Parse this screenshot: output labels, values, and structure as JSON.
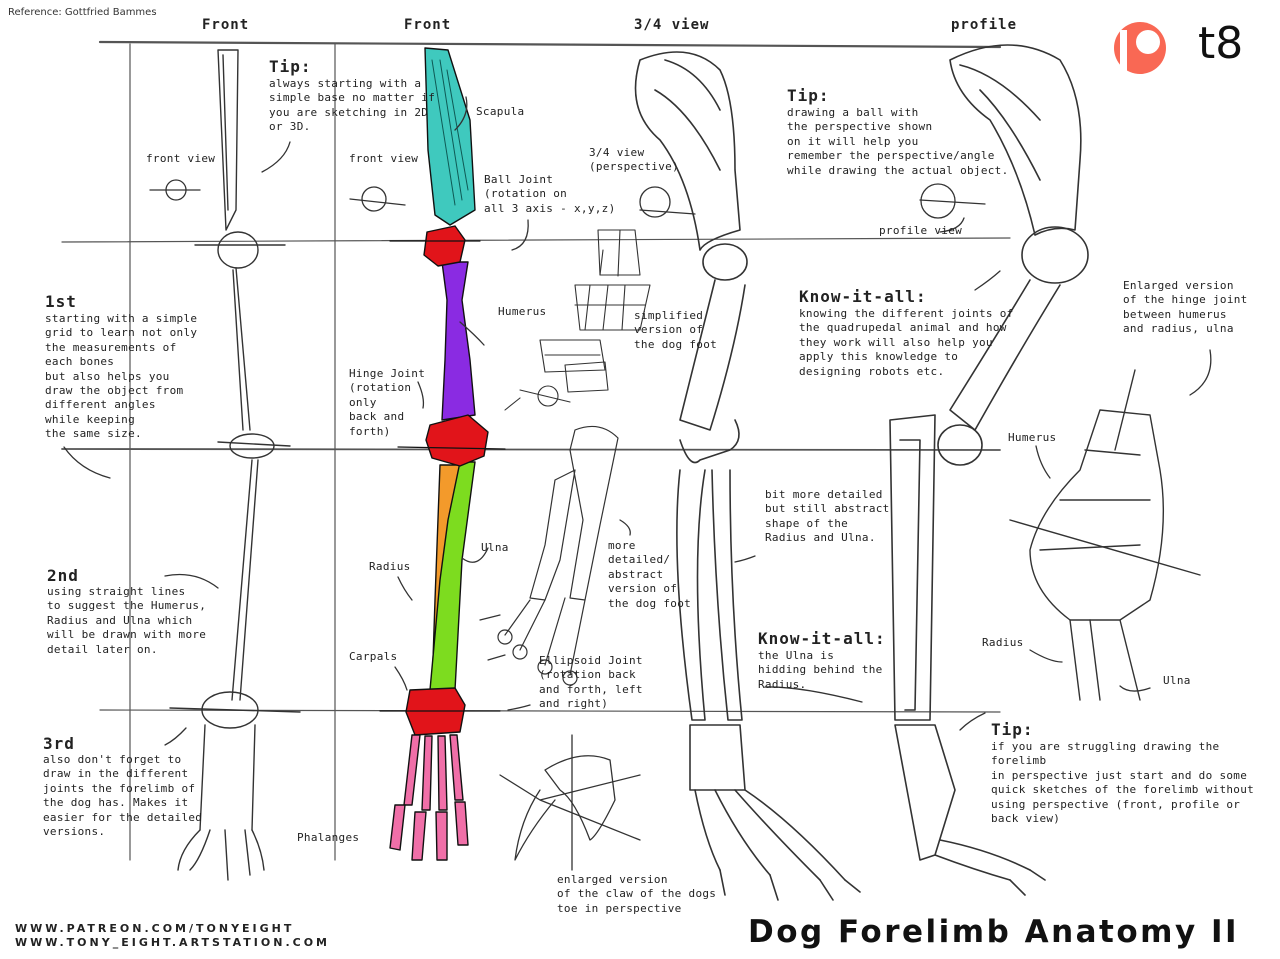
{
  "reference": "Reference: Gottfried Bammes",
  "headers": {
    "front1": "Front",
    "front2": "Front",
    "three_quarter": "3/4 view",
    "profile": "profile"
  },
  "brand": {
    "t8": "t8",
    "colors": {
      "patreon": "#F96854",
      "scapula": "#3FC9BE",
      "joint": "#E1141A",
      "humerus": "#8A2BE2",
      "ulna": "#F39A2B",
      "radius": "#7DDC1F",
      "phalanges": "#F06FA8"
    }
  },
  "notes": {
    "front_view_1": "front view",
    "front_view_2": "front view",
    "tip1_title": "Tip:",
    "tip1_body": "always starting with a\nsimple base no matter if\nyou are sketching in 2D\nor 3D.",
    "scapula": "Scapula",
    "ball_joint": "Ball Joint\n(rotation on\nall 3 axis - x,y,z)",
    "humerus": "Humerus",
    "hinge_joint": "Hinge Joint\n(rotation\nonly\nback and\nforth)",
    "ulna": "Ulna",
    "radius": "Radius",
    "carpals": "Carpals",
    "phalanges": "Phalanges",
    "ellipsoid_joint": "Ellipsoid Joint\n(rotation back\nand forth, left\nand right)",
    "claw": "enlarged version\nof the claw of the dogs\ntoe in perspective",
    "view_34": "3/4 view\n(perspective)",
    "simplified_foot": "simplified\nversion of\nthe dog foot",
    "abstract_foot": "more\ndetailed/\nabstract\nversion of\nthe dog foot",
    "step1_title": "1st",
    "step1_body": "starting with a simple\ngrid to learn not only\nthe measurements of\neach bones\nbut also helps you\ndraw the object from\ndifferent angles\nwhile keeping\nthe same size.",
    "step2_title": "2nd",
    "step2_body": "using straight lines\nto suggest the Humerus,\nRadius and Ulna which\nwill be drawn with more\ndetail later on.",
    "step3_title": "3rd",
    "step3_body": "also don't forget to\ndraw in the different\njoints the forelimb of\nthe dog has. Makes it\neasier for the detailed\nversions.",
    "tip2_title": "Tip:",
    "tip2_body": "drawing a ball with\nthe perspective shown\non it will help you\nremember the perspective/angle\nwhile drawing the actual object.",
    "profile_view": "profile view",
    "kia1_title": "Know-it-all:",
    "kia1_body": "knowing the different joints of\nthe quadrupedal animal and how\nthey work will also help you\napply this knowledge to\ndesigning robots etc.",
    "detailed": "bit more detailed\nbut still abstract\nshape of the\nRadius and Ulna.",
    "kia2_title": "Know-it-all:",
    "kia2_body": "the Ulna is\nhidding behind the\nRadius.",
    "enlarged_hinge": "Enlarged version\nof the hinge joint\nbetween humerus\nand radius, ulna",
    "humerus_r": "Humerus",
    "radius_r": "Radius",
    "ulna_r": "Ulna",
    "tip3_title": "Tip:",
    "tip3_body": "if you are struggling drawing the forelimb\nin perspective just start and do some\nquick sketches of the forelimb without\nusing perspective (front, profile or\nback view)"
  },
  "footer": {
    "web1": "WWW.PATREON.COM/TONYEIGHT",
    "web2": "WWW.TONY_EIGHT.ARTSTATION.COM",
    "title": "Dog Forelimb Anatomy II"
  }
}
